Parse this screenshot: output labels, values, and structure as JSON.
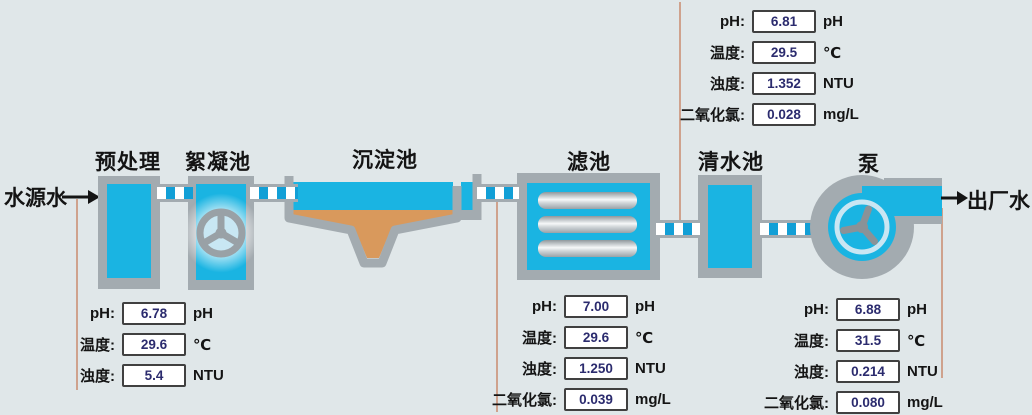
{
  "diagram": {
    "source_label": "水源水",
    "output_label": "出厂水",
    "stages": [
      {
        "id": "pretreatment",
        "label": "预处理"
      },
      {
        "id": "flocculation",
        "label": "絮凝池"
      },
      {
        "id": "sedimentation",
        "label": "沉淀池"
      },
      {
        "id": "filter",
        "label": "滤池"
      },
      {
        "id": "clearwater",
        "label": "清水池"
      },
      {
        "id": "pump",
        "label": "泵"
      }
    ]
  },
  "panels": [
    {
      "id": "filter-outlet-top",
      "rows": [
        {
          "label": "pH:",
          "value": "6.81",
          "unit": "pH"
        },
        {
          "label": "温度:",
          "value": "29.5",
          "unit": "℃"
        },
        {
          "label": "浊度:",
          "value": "1.352",
          "unit": "NTU"
        },
        {
          "label": "二氧化氯:",
          "value": "0.028",
          "unit": "mg/L"
        }
      ]
    },
    {
      "id": "source-water",
      "rows": [
        {
          "label": "pH:",
          "value": "6.78",
          "unit": "pH"
        },
        {
          "label": "温度:",
          "value": "29.6",
          "unit": "℃"
        },
        {
          "label": "浊度:",
          "value": "5.4",
          "unit": "NTU"
        }
      ]
    },
    {
      "id": "post-sedimentation",
      "rows": [
        {
          "label": "pH:",
          "value": "7.00",
          "unit": "pH"
        },
        {
          "label": "温度:",
          "value": "29.6",
          "unit": "℃"
        },
        {
          "label": "浊度:",
          "value": "1.250",
          "unit": "NTU"
        },
        {
          "label": "二氧化氯:",
          "value": "0.039",
          "unit": "mg/L"
        }
      ]
    },
    {
      "id": "factory-outlet",
      "rows": [
        {
          "label": "pH:",
          "value": "6.88",
          "unit": "pH"
        },
        {
          "label": "温度:",
          "value": "31.5",
          "unit": "℃"
        },
        {
          "label": "浊度:",
          "value": "0.214",
          "unit": "NTU"
        },
        {
          "label": "二氧化氯:",
          "value": "0.080",
          "unit": "mg/L"
        }
      ]
    }
  ],
  "colors": {
    "background": "#e0e7e9",
    "tank-gray": "#a3abb0",
    "water-cyan": "#1ab4e2",
    "pipe-cyan": "#129fd6",
    "sediment-orange": "#d9995c",
    "connector-line": "#cfa28d",
    "value-text": "#2b2b6e"
  }
}
